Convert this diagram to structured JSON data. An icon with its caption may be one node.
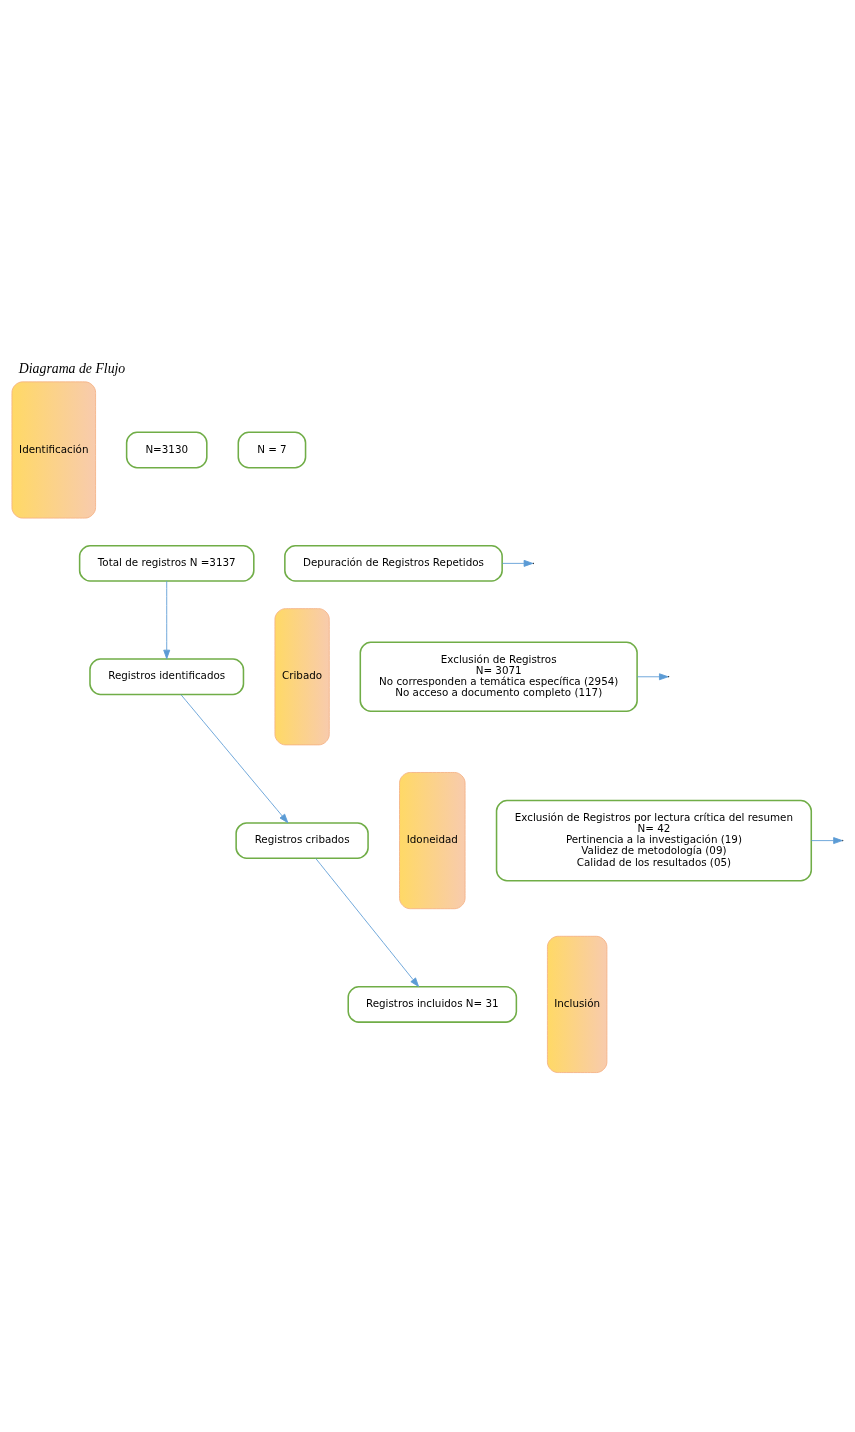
{
  "diagram": {
    "title": "Diagrama de Flujo",
    "nodes": [
      {
        "text": [
          "Identificación"
        ]
      },
      {
        "text": [
          "Cribado"
        ]
      },
      {
        "text": [
          "Idoneidad"
        ]
      },
      {
        "text": [
          "Inclusión"
        ]
      },
      {
        "text": [
          "N=3130"
        ]
      },
      {
        "text": [
          "N = 7"
        ]
      },
      {
        "text": [
          "Total de registros N =3137"
        ]
      },
      {
        "text": [
          "Depuración de Registros Repetidos"
        ]
      },
      {
        "text": [
          "Registros identificados"
        ]
      },
      {
        "text": [
          "Exclusión de Registros",
          "N= 3071",
          "No corresponden a temática específica (2954)",
          "No acceso a documento completo (117)"
        ]
      },
      {
        "text": [
          "Registros cribados"
        ]
      },
      {
        "text": [
          "Exclusión de Registros por lectura crítica del resumen",
          "N= 42",
          "Pertinencia a la investigación (19)",
          "Validez de metodología (09)",
          "Calidad de los resultados (05)"
        ]
      },
      {
        "text": [
          "Registros incluidos N= 31"
        ]
      }
    ],
    "edges": [
      {
        "from": 6,
        "to": 8,
        "arrow": "to"
      },
      {
        "from": 7,
        "to": null,
        "arrow": "to"
      },
      {
        "from": 8,
        "to": 10,
        "arrow": "to"
      },
      {
        "from": 9,
        "to": null,
        "arrow": "to"
      },
      {
        "from": 10,
        "to": 12,
        "arrow": "to"
      },
      {
        "from": 11,
        "to": null,
        "arrow": "to"
      }
    ]
  }
}
